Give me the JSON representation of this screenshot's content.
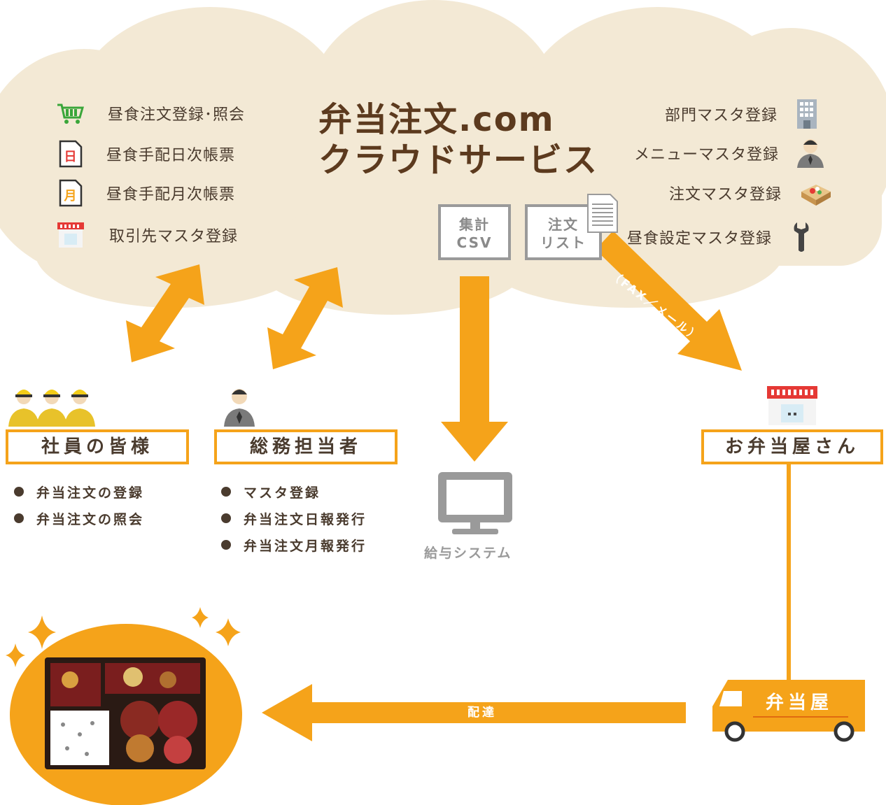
{
  "title": {
    "line1": "弁当注文.com",
    "line2": "クラウドサービス"
  },
  "left_menu": [
    {
      "label": "昼食注文登録･照会",
      "icon": "cart-icon"
    },
    {
      "label": "昼食手配日次帳票",
      "icon": "daily-report-icon",
      "icon_char": "日"
    },
    {
      "label": "昼食手配月次帳票",
      "icon": "monthly-report-icon",
      "icon_char": "月"
    },
    {
      "label": "取引先マスタ登録",
      "icon": "shop-icon"
    }
  ],
  "right_menu": [
    {
      "label": "部門マスタ登録",
      "icon": "building-icon"
    },
    {
      "label": "メニューマスタ登録",
      "icon": "person-icon"
    },
    {
      "label": "注文マスタ登録",
      "icon": "bento-icon"
    },
    {
      "label": "昼食設定マスタ登録",
      "icon": "wrench-icon"
    }
  ],
  "docs": {
    "csv": {
      "line1": "集計",
      "line2": "CSV"
    },
    "list": {
      "line1": "注文",
      "line2": "リスト"
    }
  },
  "fax_label": "（FAX／メール）",
  "employees": {
    "label": "社員の皆様",
    "bullets": [
      "弁当注文の登録",
      "弁当注文の照会"
    ]
  },
  "admin": {
    "label": "総務担当者",
    "bullets": [
      "マスタ登録",
      "弁当注文日報発行",
      "弁当注文月報発行"
    ]
  },
  "payroll_label": "給与システム",
  "shop_label": "お弁当屋さん",
  "truck_label": "弁当屋",
  "delivery_label": "配達",
  "colors": {
    "accent": "#f5a31a",
    "cloud": "#f3e9d5",
    "text": "#4a3b2e",
    "gray": "#9a9a9a"
  }
}
